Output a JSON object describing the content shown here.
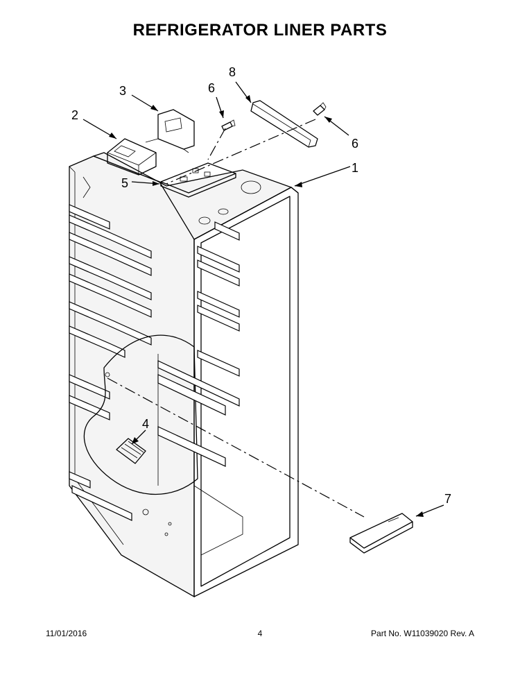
{
  "title": "REFRIGERATOR LINER PARTS",
  "callouts": [
    "1",
    "2",
    "3",
    "4",
    "5",
    "6",
    "6",
    "7",
    "8"
  ],
  "footer": {
    "date": "11/01/2016",
    "page": "4",
    "part_no": "Part No.  W11039020  Rev.  A"
  }
}
